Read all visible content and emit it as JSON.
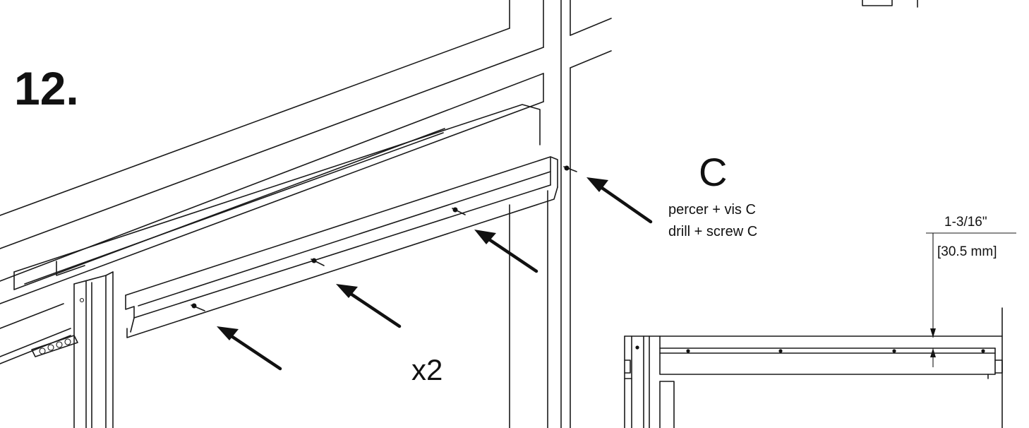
{
  "step": {
    "number": "12."
  },
  "fastener": {
    "letter": "C",
    "instruction_fr": "percer + vis C",
    "instruction_en": "drill + screw C"
  },
  "quantity": "x2",
  "dimension": {
    "imperial": "1-3/16\"",
    "metric": "[30.5 mm]"
  },
  "icons": {
    "screw": "screw-icon",
    "arrow": "arrow-icon"
  }
}
